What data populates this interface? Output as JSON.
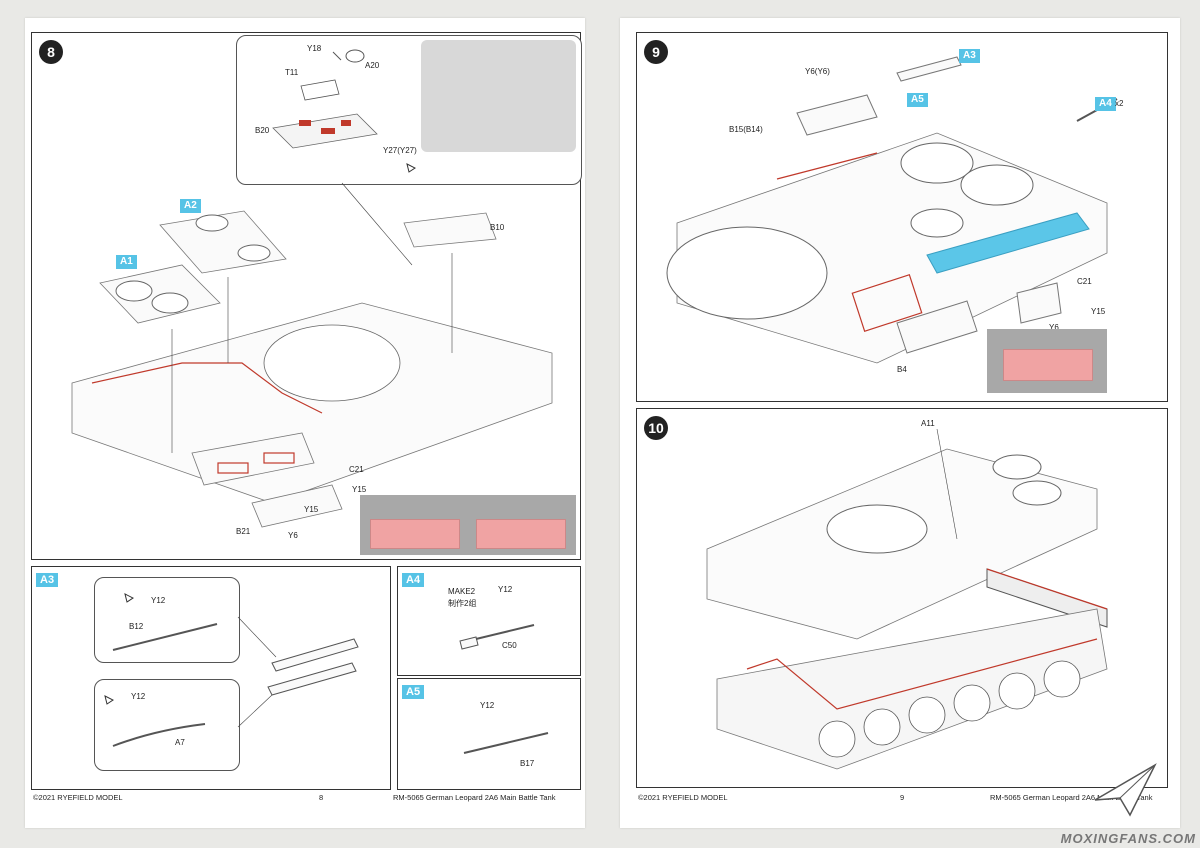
{
  "left_page": {
    "step8": {
      "number": "8",
      "tags": {
        "a1": "A1",
        "a2": "A2"
      },
      "labels": {
        "y18": "Y18",
        "a20": "A20",
        "t11": "T11",
        "b20": "B20",
        "y27": "Y27(Y27)",
        "b10": "B10",
        "c21": "C21",
        "y15a": "Y15",
        "y6a": "Y6",
        "y15b": "Y15",
        "b21": "B21",
        "y6b": "Y6"
      }
    },
    "sub_a3": {
      "title": "A3",
      "labels": {
        "y12a": "Y12",
        "b12": "B12",
        "y12b": "Y12",
        "a7": "A7"
      }
    },
    "sub_a4": {
      "title": "A4",
      "make": "MAKE2",
      "make_cn": "制作2组",
      "labels": {
        "y12": "Y12",
        "c50": "C50"
      }
    },
    "sub_a5": {
      "title": "A5",
      "labels": {
        "y12": "Y12",
        "b17": "B17"
      }
    },
    "footer": {
      "copyright": "©2021 RYEFIELD MODEL",
      "page": "8",
      "product": "RM-5065 German Leopard 2A6 Main Battle Tank"
    }
  },
  "right_page": {
    "step9": {
      "number": "9",
      "tags": {
        "a3": "A3",
        "a5": "A5",
        "a4": "A4"
      },
      "labels": {
        "y6y6": "Y6(Y6)",
        "b15": "B15(B14)",
        "x2": "x2",
        "c21": "C21",
        "y15": "Y15",
        "y6": "Y6",
        "b4": "B4"
      }
    },
    "step10": {
      "number": "10",
      "labels": {
        "a11": "A11"
      }
    },
    "footer": {
      "copyright": "©2021 RYEFIELD MODEL",
      "page": "9",
      "product": "RM-5065 German Leopard 2A6 Main Battle Tank"
    }
  },
  "watermark": "MOXINGFANS.COM",
  "colors": {
    "accent_tag": "#56c3e6",
    "red_outline": "#c0392b",
    "highlight_blue": "#5bc6e8",
    "pink_pad": "#f0a3a3"
  }
}
